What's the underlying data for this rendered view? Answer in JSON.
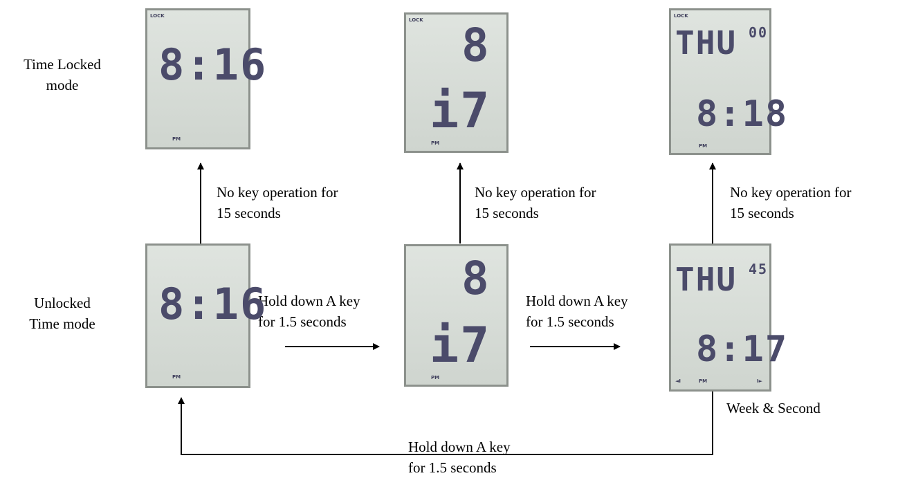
{
  "labels": {
    "time_locked_mode": "Time Locked\nmode",
    "unlocked_time_mode": "Unlocked\nTime mode",
    "no_key_1": "No key operation for\n15 seconds",
    "no_key_2": "No key operation for\n15 seconds",
    "no_key_3": "No key operation for\n15 seconds",
    "hold_a_1": "Hold down A key\nfor 1.5 seconds",
    "hold_a_2": "Hold down A key\nfor 1.5 seconds",
    "hold_a_bottom": "Hold down A key\nfor 1.5 seconds",
    "week_second": "Week & Second"
  },
  "screens": {
    "top_left": {
      "indicator_lock": "LOCK",
      "main": "8:16",
      "indicator_pm": "PM"
    },
    "top_mid": {
      "indicator_lock": "LOCK",
      "upper": "8",
      "lower": "i7",
      "indicator_pm": "PM"
    },
    "top_right": {
      "indicator_lock": "LOCK",
      "day": "THU",
      "seconds": "00",
      "time": "8:18",
      "indicator_pm": "PM"
    },
    "bottom_left": {
      "main": "8:16",
      "indicator_pm": "PM"
    },
    "bottom_mid": {
      "upper": "8",
      "lower": "i7",
      "indicator_pm": "PM"
    },
    "bottom_right": {
      "day": "THU",
      "seconds": "45",
      "time": "8:17",
      "indicator_pm": "PM",
      "left_arrow": "◄I",
      "right_arrow": "I►"
    }
  },
  "colors": {
    "lcd_bg": "#d3d8d3",
    "lcd_text": "#4b4b6a",
    "arrow": "#000000"
  }
}
